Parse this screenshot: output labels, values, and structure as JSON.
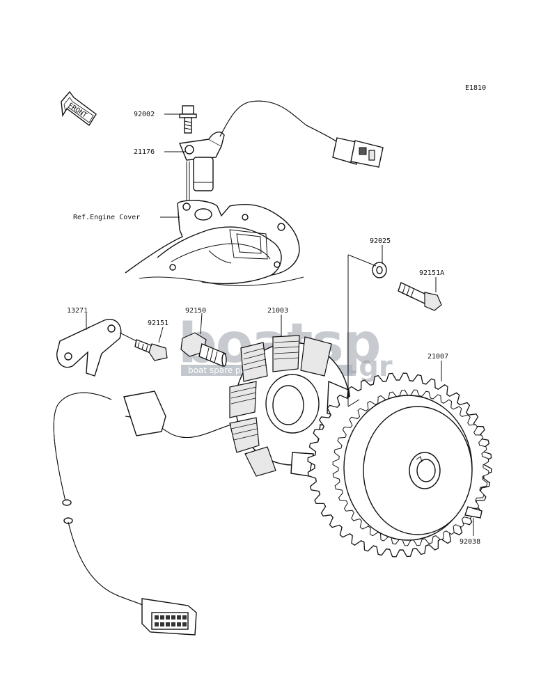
{
  "diagram_code": "E1810",
  "front_arrow_text": "FRONT",
  "reference_note": "Ref.Engine Cover",
  "parts": [
    {
      "id": "p92002",
      "number": "92002"
    },
    {
      "id": "p21176",
      "number": "21176"
    },
    {
      "id": "p92025",
      "number": "92025"
    },
    {
      "id": "p92151A",
      "number": "92151A"
    },
    {
      "id": "p13271",
      "number": "13271"
    },
    {
      "id": "p92150",
      "number": "92150"
    },
    {
      "id": "p21003",
      "number": "21003"
    },
    {
      "id": "p92151",
      "number": "92151"
    },
    {
      "id": "p21007",
      "number": "21007"
    },
    {
      "id": "p92038",
      "number": "92038"
    }
  ],
  "watermark": {
    "brand": "boatsp",
    "tld": ".gr",
    "tagline": "boat spare parts"
  }
}
